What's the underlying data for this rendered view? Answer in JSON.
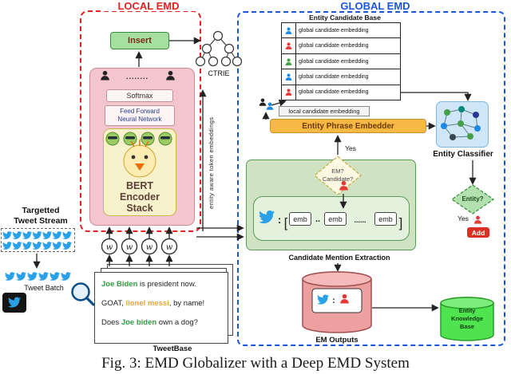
{
  "caption": "Fig. 3: EMD Globalizer with a Deep EMD System",
  "colors": {
    "local_border": "#e02424",
    "global_border": "#1a56db",
    "pink_panel": "#f3c6ce",
    "insert_green": "#a5e0a0",
    "yellow_box": "#f7f2cc",
    "bird_blue": "#2aa0e8",
    "orange_embedder": "#f7b844",
    "classifier_blue": "#cfe6f8",
    "green_panel": "#cfe3c2",
    "diamond_green": "#b2e0ae",
    "cylinder_red": "#eda0a0",
    "kb_green": "#4fe34f",
    "add_red": "#d93025",
    "entity_green": "#2e9e3e",
    "entity_orange": "#e8a33d",
    "person_red": "#e53935"
  },
  "local": {
    "title": "LOCAL EMD",
    "insert": "Insert",
    "softmax": "Softmax",
    "ffnn1": "Feed Forward",
    "ffnn2": "Neural Network",
    "bert1": "BERT",
    "bert2": "Encoder",
    "bert3": "Stack",
    "ctrie": "CTRIE",
    "token_arrow": "entity aware token embeddings",
    "w": "w",
    "dots": "........"
  },
  "global": {
    "title": "GLOBAL EMD",
    "candidate_base_title": "Entity Candidate Base",
    "rows": [
      {
        "label": "global candidate embedding",
        "icon": "#1e88e5"
      },
      {
        "label": "global candidate embedding",
        "icon": "#e53935"
      },
      {
        "label": "global candidate embedding",
        "icon": "#43a047"
      },
      {
        "label": "global candidate embedding",
        "icon": "#1e88e5"
      },
      {
        "label": "global candidate embedding",
        "icon": "#e53935"
      }
    ],
    "local_candidate": "local candidate embedding",
    "phrase_embedder": "Entity Phrase Embedder",
    "classifier": "Entity Classifier",
    "mention_extraction": "Candidate Mention Extraction",
    "emb": "emb",
    "colon": ":",
    "bracket_open": "[",
    "bracket_close": "]",
    "dots2": "..",
    "dots6": "......",
    "em_q1": "EM?",
    "em_q2": "Candidate?",
    "yes": "Yes",
    "entity_q": "Entity?",
    "add": "Add",
    "outputs": "EM Outputs",
    "kb1": "Entity",
    "kb2": "Knowledge",
    "kb3": "Base"
  },
  "stream": {
    "targeted1": "Targetted",
    "targeted2": "Tweet Stream",
    "batch": "Tweet Batch",
    "tweetbase": "TweetBase",
    "tweets": [
      {
        "pre": "",
        "ent": "Joe Biden",
        "post": " is president now."
      },
      {
        "pre": "GOAT, ",
        "ent": "lionel messi",
        "post": ", by name!"
      },
      {
        "pre": "Does ",
        "ent": "Joe biden",
        "post": " own a dog?"
      }
    ]
  }
}
